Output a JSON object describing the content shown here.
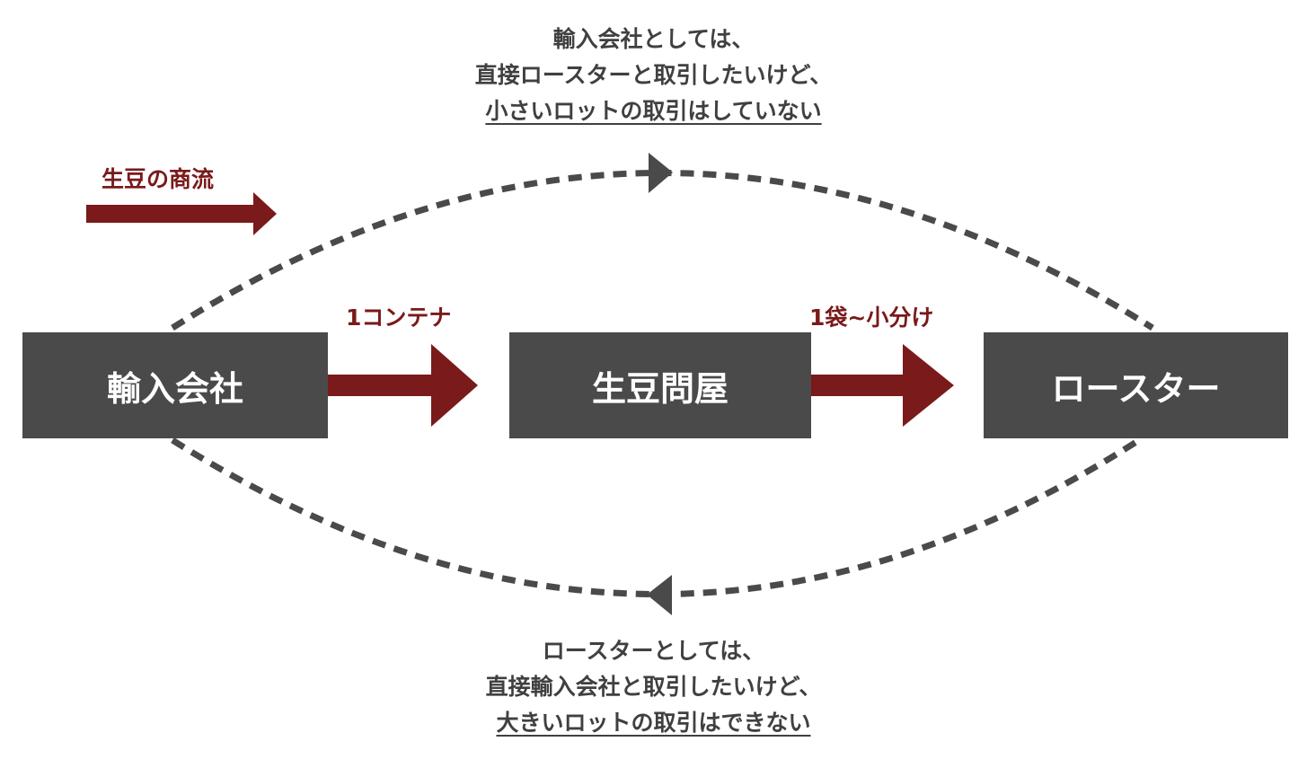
{
  "caption_top": {
    "line1": "輸入会社としては、",
    "line2": "直接ロースターと取引したいけど、",
    "line3": "小さいロットの取引はしていない"
  },
  "caption_bottom": {
    "line1": "ロースターとしては、",
    "line2": "直接輸入会社と取引したいけど、",
    "line3": "大きいロットの取引はできない"
  },
  "legend": {
    "label": "生豆の商流"
  },
  "nodes": {
    "importer": "輸入会社",
    "wholesaler": "生豆問屋",
    "roaster": "ロースター"
  },
  "flows": {
    "importer_to_wholesaler": "1コンテナ",
    "wholesaler_to_roaster": "1袋~小分け"
  },
  "colors": {
    "box_fill": "#4a4a4a",
    "flow_arrow": "#7a1a1a",
    "dashed_arc": "#4a4a4a",
    "caption_text": "#404040"
  }
}
